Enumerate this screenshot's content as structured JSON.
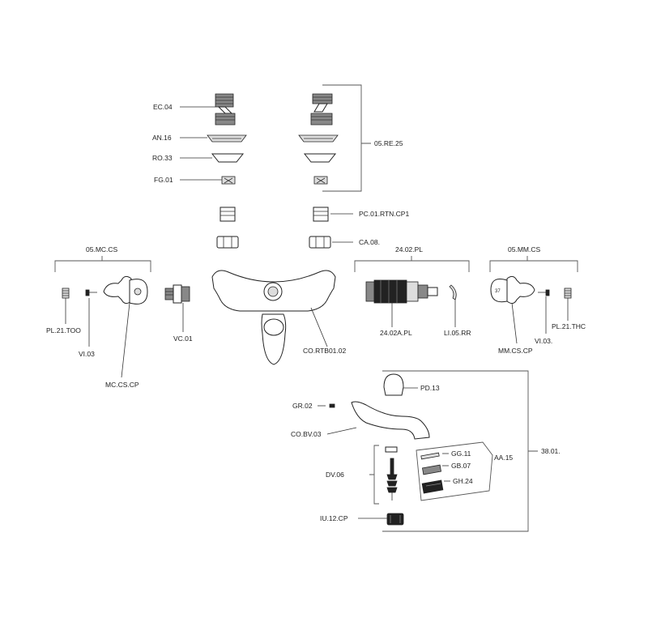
{
  "labels": {
    "ec04": "EC.04",
    "an16": "AN.16",
    "ro33": "RO.33",
    "fg01": "FG.01",
    "re25": "05.RE.25",
    "pc01": "PC.01.RTN.CP1",
    "ca08": "CA.08.",
    "mccs_group": "05.MC.CS",
    "pl2102": "24.02.PL",
    "mmcs_group": "05.MM.CS",
    "pl21too": "PL.21.TOO",
    "vi03": "VI.03",
    "mccscp": "MC.CS.CP",
    "vc01": "VC.01",
    "corth": "CO.RTB01.02",
    "a2402": "24.02A.PL",
    "li05": "LI.05.RR",
    "mmcscp": "MM.CS.CP",
    "vi03r": "VI.03.",
    "pl21thc": "PL.21.THC",
    "handle_mark": "37",
    "pd13": "PD.13",
    "gr02": "GR.02",
    "cobv": "CO.BV.03",
    "gg11": "GG.11",
    "aa15": "AA.15",
    "gb07": "GB.07",
    "gh24": "GH.24",
    "dv06": "DV.06",
    "a3801": "38.01.",
    "iu12": "IU.12.CP"
  }
}
